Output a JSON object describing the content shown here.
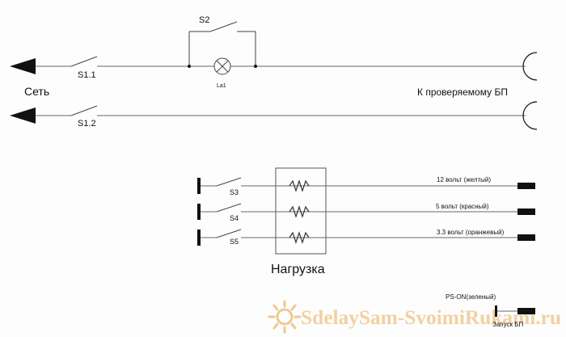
{
  "labels": {
    "set": "Сеть",
    "s11": "S1.1",
    "s12": "S1.2",
    "s2": "S2",
    "la1": "La1",
    "to_psu": "К проверяемому БП",
    "s3": "S3",
    "s4": "S4",
    "s5": "S5",
    "load": "Нагрузка",
    "v12": "12 вольт (желтый)",
    "v5": "5 вольт (красный)",
    "v33": "3.3 вольт (оранжевый)",
    "ps_on": "PS-ON(зеленый)",
    "start": "Запуск БП"
  },
  "watermark": {
    "text": "SdelaySam-SvoimiRukami.ru",
    "icon": "sun-icon",
    "color": "#f0c890"
  },
  "colors": {
    "line": "#666666",
    "terminal": "#111111",
    "text": "#111111"
  }
}
